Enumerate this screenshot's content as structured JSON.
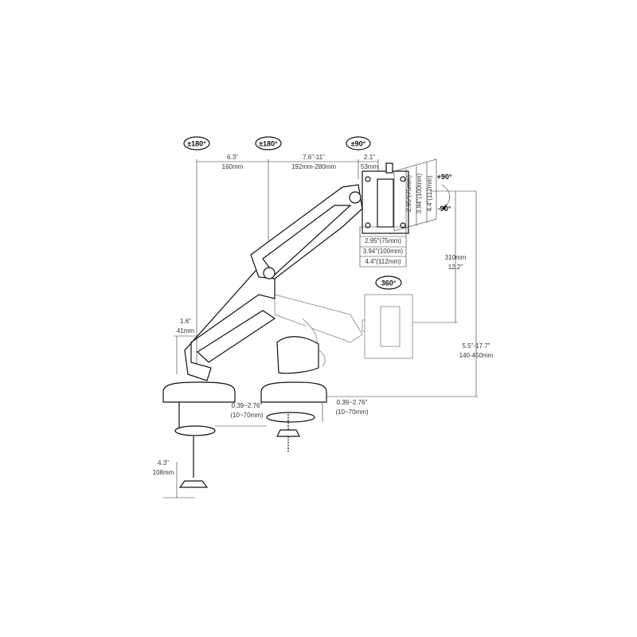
{
  "badges": {
    "rot1": "±180°",
    "rot2": "±180°",
    "rot3": "±90°",
    "rot4": "360°"
  },
  "dims": {
    "d_63": "6.3\"",
    "d_160": "160mm",
    "d_76_11": "7.6\"-11\"",
    "d_192_280": "192mm-280mm",
    "d_21": "2.1\"",
    "d_53": "53mm",
    "d_16": "1.6\"",
    "d_41": "41mm",
    "d_310": "310mm",
    "d_122": "12.2\"",
    "d_55_177": "5.5\"-17.7\"",
    "d_140_450": "140-450mm",
    "d_039_276_a": "0.39~2.76\"",
    "d_10_70_a": "(10~70mm)",
    "d_039_276_b": "0.39~2.76\"",
    "d_10_70_b": "(10~70mm)",
    "d_43": "4.3\"",
    "d_108": "108mm",
    "plus90": "+90°",
    "minus90": "-90°",
    "v_295": "2.95\"(75mm)",
    "v_394": "3.94\"(100mm)",
    "v_44": "4.4\"(112mm)",
    "h_295": "2.95\"(75mm)",
    "h_394": "3.94\"(100mm)",
    "h_44": "4.4\"(112mm)"
  }
}
